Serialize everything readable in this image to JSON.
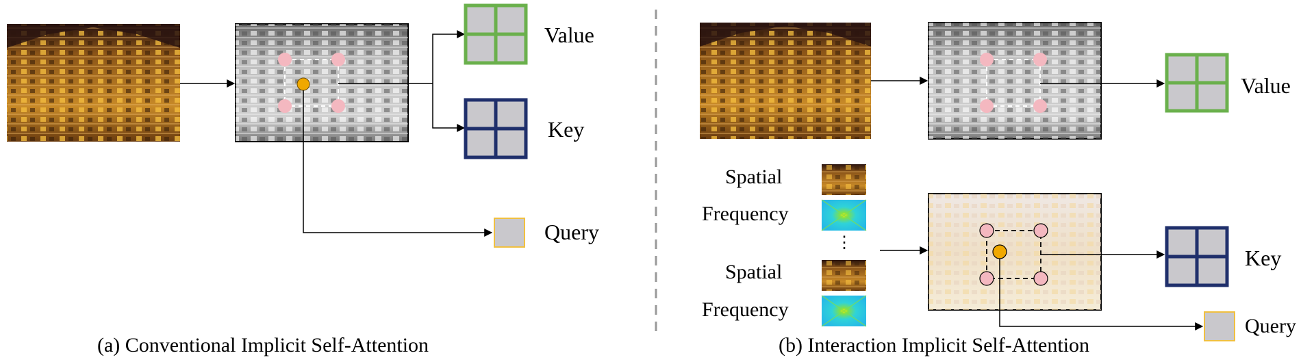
{
  "panel_a": {
    "caption": "(a) Conventional Implicit Self-Attention",
    "value_label": "Value",
    "key_label": "Key",
    "query_label": "Query"
  },
  "panel_b": {
    "caption": "(b) Interaction Implicit Self-Attention",
    "value_label": "Value",
    "key_label": "Key",
    "query_label": "Query",
    "inputs": [
      {
        "spatial_label": "Spatial",
        "frequency_label": "Frequency"
      },
      {
        "spatial_label": "Spatial",
        "frequency_label": "Frequency"
      }
    ],
    "ellipsis": "⋮"
  },
  "colors": {
    "value_green": "#6ab04c",
    "key_navy": "#1f2f6b",
    "query_border": "#f0c040",
    "cell_gray": "#c9c8cc",
    "point_pink": "#f4b8c0",
    "point_orange": "#f0a800",
    "divider": "#999999"
  }
}
